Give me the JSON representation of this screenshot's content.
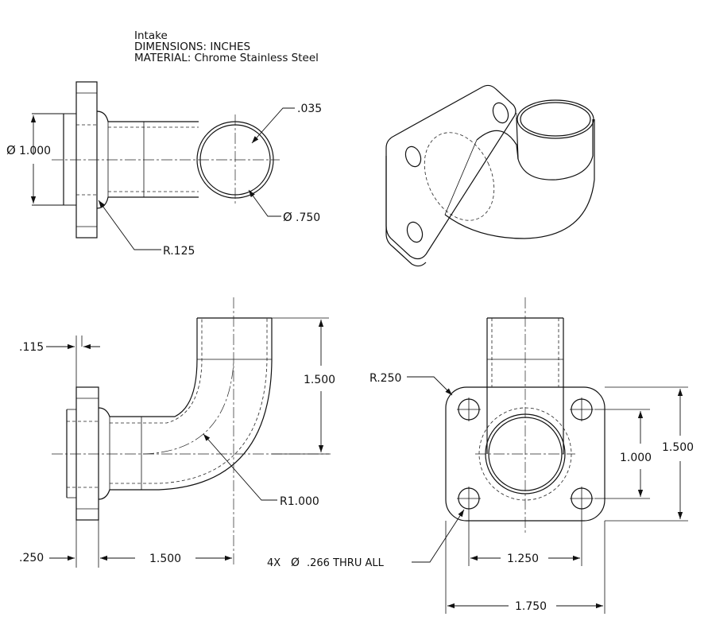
{
  "title_block": {
    "part_name": "Intake",
    "units_line": "DIMENSIONS: INCHES",
    "material_line": "MATERIAL: Chrome Stainless Steel"
  },
  "dimensions": {
    "top_view": {
      "flange_diameter": "1.000",
      "wall_thickness": ".035",
      "tube_diameter": ".750",
      "fillet_radius": "R.125"
    },
    "front_view": {
      "flange_thickness": ".115",
      "flange_offset": ".250",
      "horizontal_run": "1.500",
      "vertical_height": "1.500",
      "bend_radius": "R1.000"
    },
    "side_view": {
      "corner_radius": "R.250",
      "hole_spacing_vertical": "1.000",
      "overall_height": "1.500",
      "hole_spacing_horizontal": "1.250",
      "overall_width": "1.750",
      "hole_callout_prefix": "4X",
      "hole_callout_value": ".266 THRU ALL"
    }
  },
  "symbols": {
    "diameter": "Ø"
  }
}
